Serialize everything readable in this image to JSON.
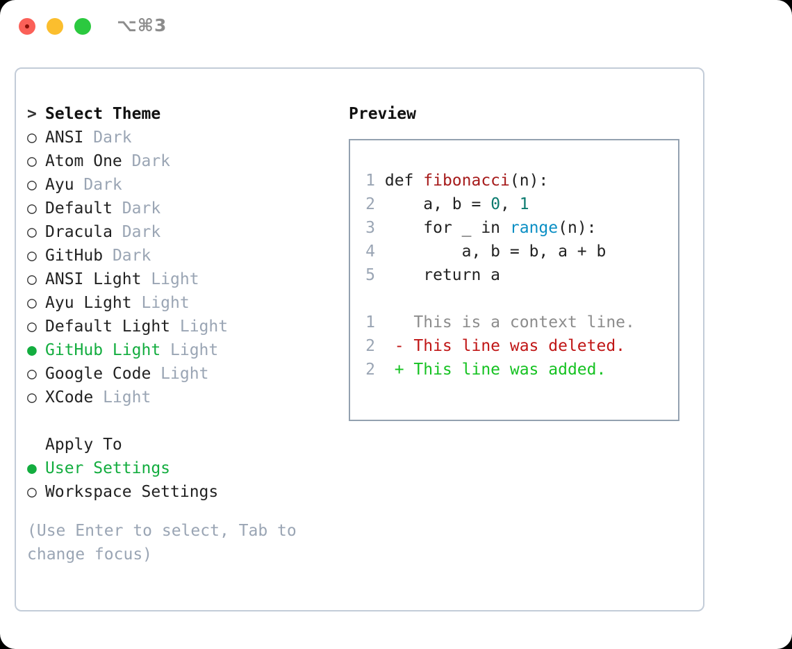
{
  "titlebar": {
    "shortcut": "⌥⌘3",
    "buttons": [
      "close",
      "minimize",
      "maximize"
    ]
  },
  "theme_picker": {
    "header": "Select Theme",
    "header_marker": ">",
    "unselected_marker": "○",
    "selected_marker": "●",
    "selected_color": "#13ad3f",
    "muted_color": "#9aa5b4",
    "items": [
      {
        "name": "ANSI",
        "variant": "Dark",
        "selected": false
      },
      {
        "name": "Atom One",
        "variant": "Dark",
        "selected": false
      },
      {
        "name": "Ayu",
        "variant": "Dark",
        "selected": false
      },
      {
        "name": "Default",
        "variant": "Dark",
        "selected": false
      },
      {
        "name": "Dracula",
        "variant": "Dark",
        "selected": false
      },
      {
        "name": "GitHub",
        "variant": "Dark",
        "selected": false
      },
      {
        "name": "ANSI Light",
        "variant": "Light",
        "selected": false
      },
      {
        "name": "Ayu Light",
        "variant": "Light",
        "selected": false
      },
      {
        "name": "Default Light",
        "variant": "Light",
        "selected": false
      },
      {
        "name": "GitHub Light",
        "variant": "Light",
        "selected": true
      },
      {
        "name": "Google Code",
        "variant": "Light",
        "selected": false
      },
      {
        "name": "XCode",
        "variant": "Light",
        "selected": false
      }
    ]
  },
  "apply_to": {
    "header": "Apply To",
    "options": [
      {
        "label": "User Settings",
        "selected": true
      },
      {
        "label": "Workspace Settings",
        "selected": false
      }
    ]
  },
  "hint": "(Use Enter to select, Tab to change focus)",
  "preview": {
    "title": "Preview",
    "code_lines": [
      {
        "num": "1",
        "tokens": [
          {
            "t": "def ",
            "c": "plain"
          },
          {
            "t": "fibonacci",
            "c": "fn"
          },
          {
            "t": "(n):",
            "c": "plain"
          }
        ]
      },
      {
        "num": "2",
        "tokens": [
          {
            "t": "    a, b = ",
            "c": "plain"
          },
          {
            "t": "0",
            "c": "num"
          },
          {
            "t": ", ",
            "c": "plain"
          },
          {
            "t": "1",
            "c": "num"
          }
        ]
      },
      {
        "num": "3",
        "tokens": [
          {
            "t": "    for _ in ",
            "c": "plain"
          },
          {
            "t": "range",
            "c": "bi"
          },
          {
            "t": "(n):",
            "c": "plain"
          }
        ]
      },
      {
        "num": "4",
        "tokens": [
          {
            "t": "        a, b = b, a + b",
            "c": "plain"
          }
        ]
      },
      {
        "num": "5",
        "tokens": [
          {
            "t": "    return a",
            "c": "plain"
          }
        ]
      }
    ],
    "diff_lines": [
      {
        "num": "1",
        "sign": " ",
        "text": "This is a context line.",
        "kind": "ctx"
      },
      {
        "num": "2",
        "sign": "-",
        "text": "This line was deleted.",
        "kind": "del"
      },
      {
        "num": "2",
        "sign": "+",
        "text": "This line was added.",
        "kind": "add"
      }
    ],
    "colors": {
      "function": "#a61b1b",
      "number": "#0a7a6e",
      "builtin": "#0b8fc4",
      "context": "#8c8c8c",
      "deleted": "#c01616",
      "added": "#16c222",
      "line_number": "#9aa5b4",
      "border": "#93a1b0"
    }
  }
}
